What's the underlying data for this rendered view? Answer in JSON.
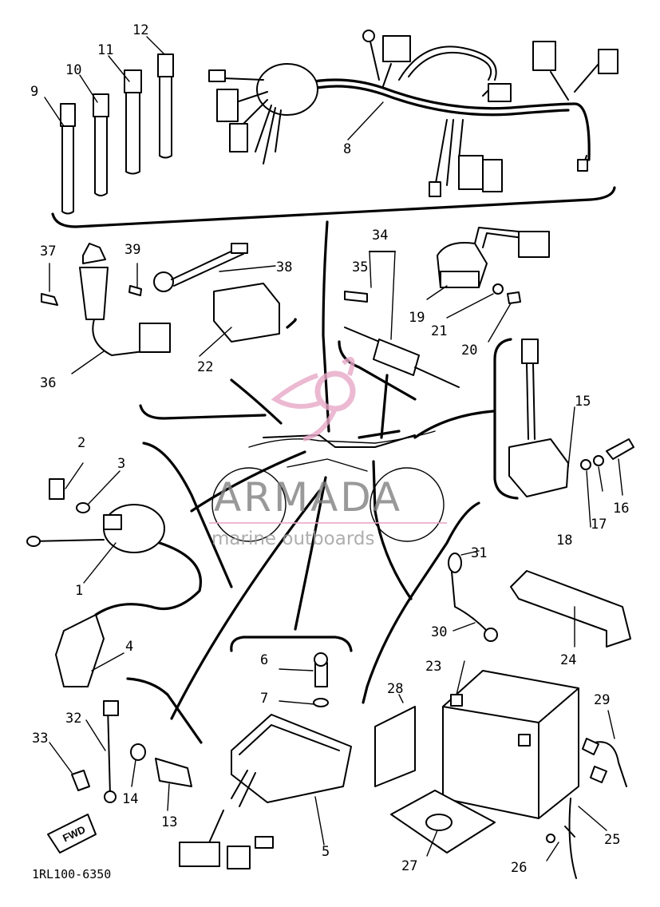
{
  "diagram_code": "1RL100-6350",
  "fwd_label": "FWD",
  "watermark": {
    "brand": "ARMADA",
    "tagline": "marine outboards",
    "accent_color": "#e8a8c8",
    "text_color": "#808080"
  },
  "callouts": [
    {
      "id": "c1",
      "label": "1"
    },
    {
      "id": "c2",
      "label": "2"
    },
    {
      "id": "c3",
      "label": "3"
    },
    {
      "id": "c4",
      "label": "4"
    },
    {
      "id": "c5",
      "label": "5"
    },
    {
      "id": "c6",
      "label": "6"
    },
    {
      "id": "c7",
      "label": "7"
    },
    {
      "id": "c8",
      "label": "8"
    },
    {
      "id": "c9",
      "label": "9"
    },
    {
      "id": "c10",
      "label": "10"
    },
    {
      "id": "c11",
      "label": "11"
    },
    {
      "id": "c12",
      "label": "12"
    },
    {
      "id": "c13",
      "label": "13"
    },
    {
      "id": "c14",
      "label": "14"
    },
    {
      "id": "c15",
      "label": "15"
    },
    {
      "id": "c16",
      "label": "16"
    },
    {
      "id": "c17",
      "label": "17"
    },
    {
      "id": "c18",
      "label": "18"
    },
    {
      "id": "c19",
      "label": "19"
    },
    {
      "id": "c20",
      "label": "20"
    },
    {
      "id": "c21",
      "label": "21"
    },
    {
      "id": "c22",
      "label": "22"
    },
    {
      "id": "c23",
      "label": "23"
    },
    {
      "id": "c24",
      "label": "24"
    },
    {
      "id": "c25",
      "label": "25"
    },
    {
      "id": "c26",
      "label": "26"
    },
    {
      "id": "c27",
      "label": "27"
    },
    {
      "id": "c28",
      "label": "28"
    },
    {
      "id": "c29",
      "label": "29"
    },
    {
      "id": "c30",
      "label": "30"
    },
    {
      "id": "c31",
      "label": "31"
    },
    {
      "id": "c32",
      "label": "32"
    },
    {
      "id": "c33",
      "label": "33"
    },
    {
      "id": "c34",
      "label": "34"
    },
    {
      "id": "c35",
      "label": "35"
    },
    {
      "id": "c36",
      "label": "36"
    },
    {
      "id": "c37",
      "label": "37"
    },
    {
      "id": "c38",
      "label": "38"
    },
    {
      "id": "c39",
      "label": "39"
    }
  ]
}
